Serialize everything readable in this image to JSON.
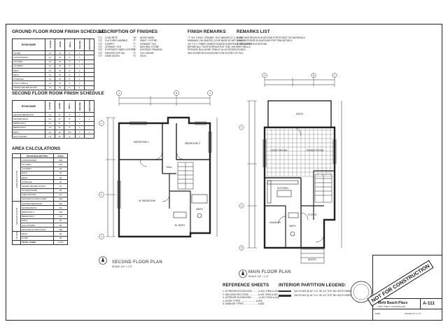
{
  "ground_schedule": {
    "title": "GROUND FLOOR ROOM FINISH SCHEDULE",
    "headers": [
      "ROOM NAME",
      "FLOOR",
      "BASE",
      "WALL",
      "CEILING",
      "REMARKS"
    ],
    "rows": [
      [
        "FOYER",
        "C1",
        "W",
        "P",
        "1",
        ""
      ],
      [
        "LIVING/DINING",
        "C1",
        "W",
        "P",
        "1",
        ""
      ],
      [
        "KITCHEN",
        "C1",
        "W",
        "P",
        "1",
        ""
      ],
      [
        "LAUNDRY",
        "C1",
        "W",
        "P",
        "1",
        ""
      ],
      [
        "BATH",
        "C1",
        "W",
        "P",
        "1",
        ""
      ],
      [
        "DECK",
        "C1",
        "W",
        "P",
        "1",
        ""
      ],
      [
        "STORAGE",
        "C1",
        "W",
        "P",
        "1",
        ""
      ],
      [
        "UTILITY/MECH",
        "C1",
        "W",
        "P",
        "1",
        ""
      ],
      [
        "WATER HEATER ROOM",
        "C1",
        "W",
        "P",
        "1",
        ""
      ]
    ]
  },
  "second_schedule": {
    "title": "SECOND FLOOR ROOM FINISH SCHEDULE",
    "headers": [
      "ROOM NAME",
      "FLOOR",
      "BASE",
      "WALL",
      "CEILING",
      "REMARKS"
    ],
    "rows": [
      [
        "MASTER BEDROOM",
        "C1",
        "W",
        "P",
        "1",
        ""
      ],
      [
        "MASTER BATH",
        "C1",
        "W",
        "P",
        "1",
        "1"
      ],
      [
        "BEDROOM 1",
        "C1",
        "W",
        "P",
        "1",
        ""
      ],
      [
        "BEDROOM 2",
        "C1",
        "W",
        "P",
        "1",
        ""
      ],
      [
        "BATH",
        "C1",
        "W",
        "P/T",
        "1",
        "1"
      ],
      [
        "HALL/STAIRS",
        "C1",
        "W",
        "P",
        "1",
        ""
      ]
    ]
  },
  "area": {
    "title": "AREA CALCULATIONS",
    "headers": [
      "ROOM DESCRIPTION",
      "AREA"
    ],
    "groups": [
      {
        "label": "GROUND FLOOR",
        "rows": [
          [
            "LIVING/DINING",
            "200"
          ],
          [
            "KITCHEN",
            "100"
          ],
          [
            "LAUNDRY",
            "18"
          ],
          [
            "BATH",
            "40"
          ],
          [
            "DECK",
            "28"
          ],
          [
            "STORAGE",
            "16"
          ],
          [
            "WATER HEATER ROOM",
            "14"
          ],
          [
            "FOYER/STAIRS",
            "56"
          ],
          [
            "CIRCULATION",
            "16"
          ],
          [
            "GROUND FLOOR LIVING",
            "432"
          ]
        ]
      },
      {
        "label": "SECOND FLOOR",
        "rows": [
          [
            "MASTER BEDROOM",
            "160"
          ],
          [
            "MASTER BATH",
            "54"
          ],
          [
            "BEDROOM 1",
            "120"
          ],
          [
            "BEDROOM 2",
            "110"
          ],
          [
            "BATH",
            "40"
          ],
          [
            "HALL/STAIRS",
            "56"
          ],
          [
            "SECOND FLOOR LIVING",
            "440"
          ]
        ]
      },
      {
        "label": "OTHER",
        "rows": [
          [
            "DECK",
            "28"
          ],
          [
            "STAIR",
            "38"
          ]
        ]
      }
    ],
    "total_label": "TOTAL LIVING",
    "total_value": "1,015"
  },
  "finishes": {
    "title": "DESCRIPTION OF FINISHES",
    "items": [
      [
        "\"C1\"",
        "CONCRETE",
        "\"W\"",
        "WOOD BASE"
      ],
      [
        "\"C2\"",
        "CULTURED MARBLE",
        "\"P\"",
        "PAINT / GYP BD"
      ],
      [
        "\"C3\"",
        "CARPET",
        "\"T\"",
        "CERAMIC TILE"
      ],
      [
        "\"C4\"",
        "CERAMIC TILE",
        "\"1\"",
        "NATURAL STONE"
      ],
      [
        "\"C5\"",
        "EXTERIOR FINISH SYSTEM",
        "\"2\"",
        "EXPOSED FRAMING"
      ],
      [
        "\"C6\"",
        "PAINTED GYP. BD.",
        "\"3\"",
        "T&G CEDAR"
      ],
      [
        "\"C7\"",
        "HARD WOOD",
        "\"4\"",
        "VINYL"
      ]
    ]
  },
  "finish_remarks": {
    "title": "FINISH REMARKS",
    "lines": [
      "\"1\" 3/4\" X 5/16\" CERAMIC TILE WAINSCOT, 4' HIGH",
      "MINIMUM, VIA PAINTED COVE BASE AT WET WALLS.",
      "3/4\" TO 1\" FIBER CEMENT BOARD SUBSTRATE REQUIRED",
      "BEHIND ALL TILED SURFACES AT TUB / SHOWER WALLS.",
      "PROVIDE BULLNOSE TRIM AT ALL EXPOSED EDGES.",
      "SEE INTERIOR ELEVATIONS FOR EXTENT OF TILE."
    ]
  },
  "remarks_list": {
    "title": "REMARKS LIST",
    "lines": [
      "1.   SEE BATHROOM ELEVATIONS FOR EXTENT OF MATERIALS.",
      "2.   SEE INTERIOR ELEVATIONS FOR TRIM DETAILS.",
      "3.   SEE ENTRY ELEVATIONS."
    ]
  },
  "plans": {
    "second_label": "SECOND FLOOR PLAN",
    "second_scale": "SCALE: 1/4\" = 1'-0\"",
    "main_label": "MAIN FLOOR PLAN",
    "main_scale": "SCALE: 1/4\" = 1'-0\"",
    "second_rooms": {
      "bed1": "BEDROOM 1",
      "bed2": "BEDROOM 2",
      "master": "M. BEDROOM",
      "bath": "BATH",
      "mbath": "M. BATH",
      "hall": "HALL"
    },
    "main_rooms": {
      "living": "LIVING ROOM",
      "dining": "DINING ROOM",
      "kitchen": "KITCHEN",
      "bath": "BATH",
      "laundry": "LAUNDRY",
      "deck": "DECK",
      "foyer": "FOYER",
      "entry": "ENTRY"
    },
    "grid_letters": [
      "A",
      "B",
      "C",
      "D",
      "1",
      "2",
      "3"
    ]
  },
  "reference": {
    "title": "REFERENCE SHEETS",
    "lines": [
      "1. EXTERIOR ELEVATIONS ......... A-201 THRU A-203",
      "2. BUILDING SECTIONS ............. A-301 THRU A-302",
      "3. INTERIOR ELEVATIONS ........... A-401 THRU A-406",
      "4. DOOR TYPES ....................... A-501",
      "5. WINDOW TYPES ..................... A-502"
    ]
  },
  "partition": {
    "title": "INTERIOR PARTITION LEGEND:",
    "lines": [
      "2x4 STUDS @ 16\" O.C. W/ 1/2\" GYP. BD. BOTH SIDES",
      "2x6 STUDS @ 16\" O.C. W/ 1/2\" GYP. BD. BOTH SIDES"
    ]
  },
  "title_block": {
    "stamp": "NOT FOR CONSTRUCTION",
    "project": "Mehl Beach Place",
    "subtitle": "UNIT TYPE A - FLOOR PLANS",
    "sheet": "A-111",
    "date": "DATE",
    "scale": "SCALE  1/4\" = 1'-0\""
  }
}
